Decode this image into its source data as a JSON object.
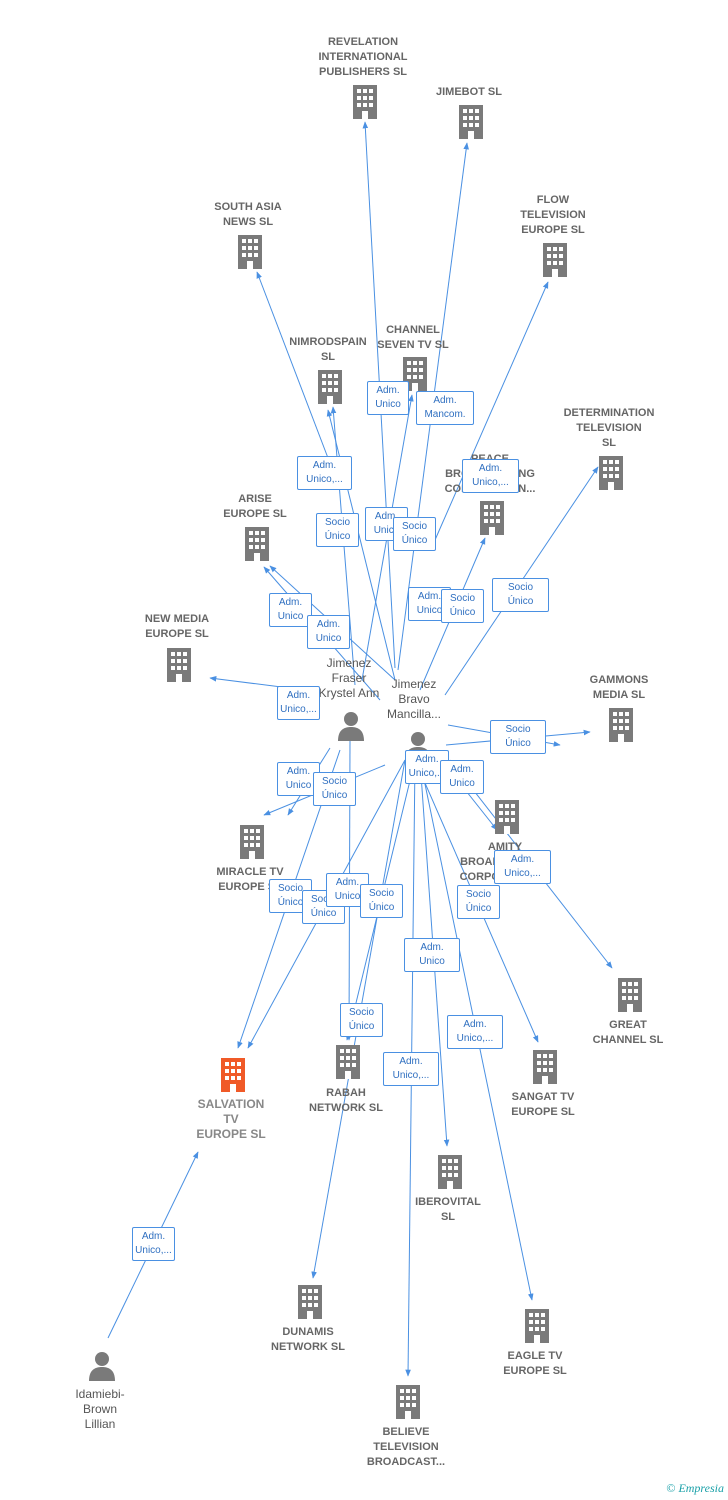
{
  "nodes": {
    "revelation": {
      "label": [
        "REVELATION",
        "INTERNATIONAL",
        "PUBLISHERS SL"
      ]
    },
    "jimebot": {
      "label": [
        "JIMEBOT  SL"
      ]
    },
    "southasia": {
      "label": [
        "SOUTH ASIA",
        "NEWS  SL"
      ]
    },
    "flow": {
      "label": [
        "FLOW",
        "TELEVISION",
        "EUROPE  SL"
      ]
    },
    "nimrod": {
      "label": [
        "NIMRODSPAIN",
        "SL"
      ]
    },
    "channel7": {
      "label": [
        "CHANNEL",
        "SEVEN TV  SL"
      ]
    },
    "determination": {
      "label": [
        "DETERMINATION",
        "TELEVISION",
        "SL"
      ]
    },
    "peace": {
      "label": [
        "PEACE",
        "BROADCASTING",
        "CORPORATION..."
      ]
    },
    "arise": {
      "label": [
        "ARISE",
        "EUROPE  SL"
      ]
    },
    "newmedia": {
      "label": [
        "NEW MEDIA",
        "EUROPE  SL"
      ]
    },
    "gammons": {
      "label": [
        "GAMMONS",
        "MEDIA  SL"
      ]
    },
    "amity": {
      "label": [
        "AMITY",
        "BROADCASTING",
        "CORPORATION..."
      ]
    },
    "miracle": {
      "label": [
        "MIRACLE TV",
        "EUROPE  SL"
      ]
    },
    "great": {
      "label": [
        "GREAT",
        "CHANNEL  SL"
      ]
    },
    "salvation": {
      "label": [
        "SALVATION",
        "TV",
        "EUROPE  SL"
      ]
    },
    "rabah": {
      "label": [
        "RABAH",
        "NETWORK  SL"
      ]
    },
    "sangat": {
      "label": [
        "SANGAT TV",
        "EUROPE  SL"
      ]
    },
    "iberovital": {
      "label": [
        "IBEROVITAL",
        "SL"
      ]
    },
    "dunamis": {
      "label": [
        "DUNAMIS",
        "NETWORK  SL"
      ]
    },
    "eagle": {
      "label": [
        "EAGLE TV",
        "EUROPE  SL"
      ]
    },
    "believe": {
      "label": [
        "BELIEVE",
        "TELEVISION",
        "BROADCAST..."
      ]
    },
    "fraser": {
      "label": [
        "Jimenez",
        "Fraser",
        "Krystel Ann"
      ]
    },
    "bravo": {
      "label": [
        "Jimenez",
        "Bravo",
        "Mancilla..."
      ]
    },
    "idamiebi": {
      "label": [
        "Idamiebi-",
        "Brown",
        "Lillian"
      ]
    }
  },
  "badges": [
    "Adm.\nUnico",
    "Adm.\nMancom.",
    "Adm.\nUnico,...",
    "Adm.\nUnico,...",
    "Adm.\nUnico",
    "Socio\nÚnico",
    "Socio\nÚnico",
    "Adm.\nUnico",
    "Adm.\nUnico",
    "Socio\nÚnico",
    "Adm.\nUnico",
    "Socio\nÚnico",
    "Adm.\nUnico,...",
    "Socio\nÚnico",
    "Adm.\nUnico,...",
    "Adm.\nUnico",
    "Socio\nÚnico",
    "Adm.\nUnico",
    "Socio\nÚnico",
    "Adm.\nUnico,...",
    "Socio\nÚnico",
    "Adm.\nUnico",
    "Socio\nÚnico",
    "Adm.\nUnico",
    "Socio\nÚnico",
    "Adm.\nUnico,...",
    "Socio\nÚnico",
    "Adm.\nUnico,...",
    "Adm.\nUnico,...",
    "Socio\nÚnico"
  ],
  "footer": {
    "copyright": "©",
    "brand": "Empresia"
  },
  "colors": {
    "edge": "#4a90e2",
    "building": "#7a7a7a",
    "main_building": "#f05a28",
    "person": "#7a7a7a"
  }
}
